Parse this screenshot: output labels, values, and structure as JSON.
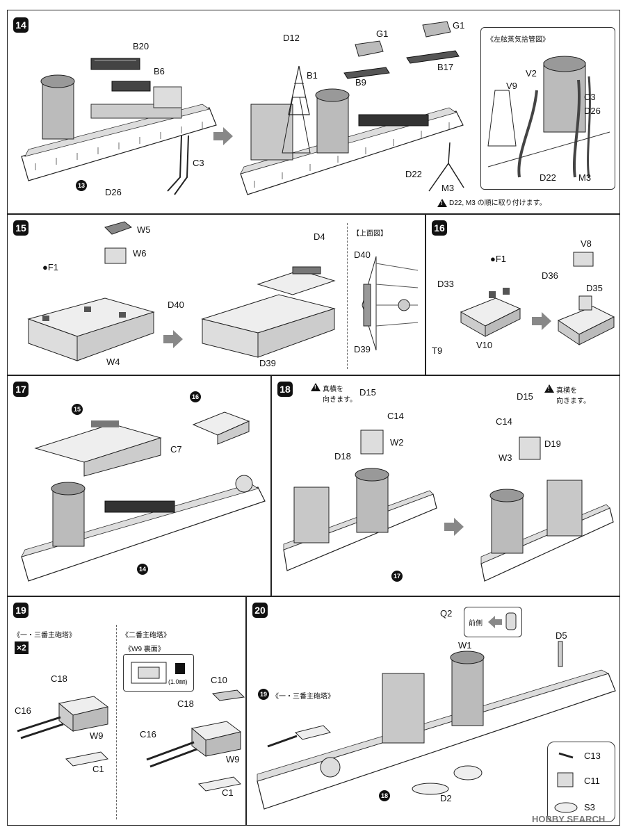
{
  "steps": {
    "s14": {
      "num": "14",
      "labels": {
        "b20": "B20",
        "b6": "B6",
        "c3": "C3",
        "d26": "D26",
        "d12": "D12",
        "b1": "B1",
        "g1a": "G1",
        "g1b": "G1",
        "b9": "B9",
        "b17": "B17",
        "d22": "D22",
        "m3": "M3"
      },
      "ref": "13",
      "note": "D22, M3 の順に取り付けます。",
      "inset": {
        "title": "《左舷蒸気捨管図》",
        "v2": "V2",
        "v9": "V9",
        "c3": "C3",
        "d26": "D26",
        "d22": "D22",
        "m3": "M3"
      }
    },
    "s15": {
      "num": "15",
      "labels": {
        "w5": "W5",
        "w6": "W6",
        "f1": "●F1",
        "w4": "W4",
        "d4": "D4",
        "d40": "D40",
        "d39": "D39"
      },
      "inset": {
        "title": "【上面図】",
        "d40": "D40",
        "d39": "D39"
      }
    },
    "s16": {
      "num": "16",
      "labels": {
        "f1": "●F1",
        "d33": "D33",
        "t9": "T9",
        "v10": "V10",
        "v8": "V8",
        "d36": "D36",
        "d35": "D35"
      }
    },
    "s17": {
      "num": "17",
      "labels": {
        "c7": "C7"
      },
      "refs": {
        "r15": "15",
        "r16": "16",
        "r14": "14"
      }
    },
    "s18": {
      "num": "18",
      "labels": {
        "d15a": "D15",
        "c14a": "C14",
        "w2": "W2",
        "d18": "D18",
        "d15b": "D15",
        "c14b": "C14",
        "d19": "D19",
        "w3": "W3"
      },
      "notes": {
        "left": "真横を\n向きます。",
        "right": "真横を\n向きます。"
      },
      "ref": "17"
    },
    "s19": {
      "num": "19",
      "left_title": "《一・三番主砲塔》",
      "times": "×2",
      "right_title": "《二番主砲塔》",
      "w9_back": "《W9 裏面》",
      "drill": "(1.0㎜)",
      "labels": {
        "c18a": "C18",
        "c16a": "C16",
        "w9a": "W9",
        "c1a": "C1",
        "c10": "C10",
        "c18b": "C18",
        "c16b": "C16",
        "w9b": "W9",
        "c1b": "C1"
      }
    },
    "s20": {
      "num": "20",
      "labels": {
        "q2": "Q2",
        "front": "前側",
        "w1": "W1",
        "d5": "D5",
        "turret": "《一・三番主砲塔》",
        "c13": "C13",
        "c11": "C11",
        "s3": "S3",
        "d2": "D2"
      },
      "refs": {
        "r19": "19",
        "r18": "18"
      }
    }
  },
  "watermark": "HOBBY SEARCH"
}
